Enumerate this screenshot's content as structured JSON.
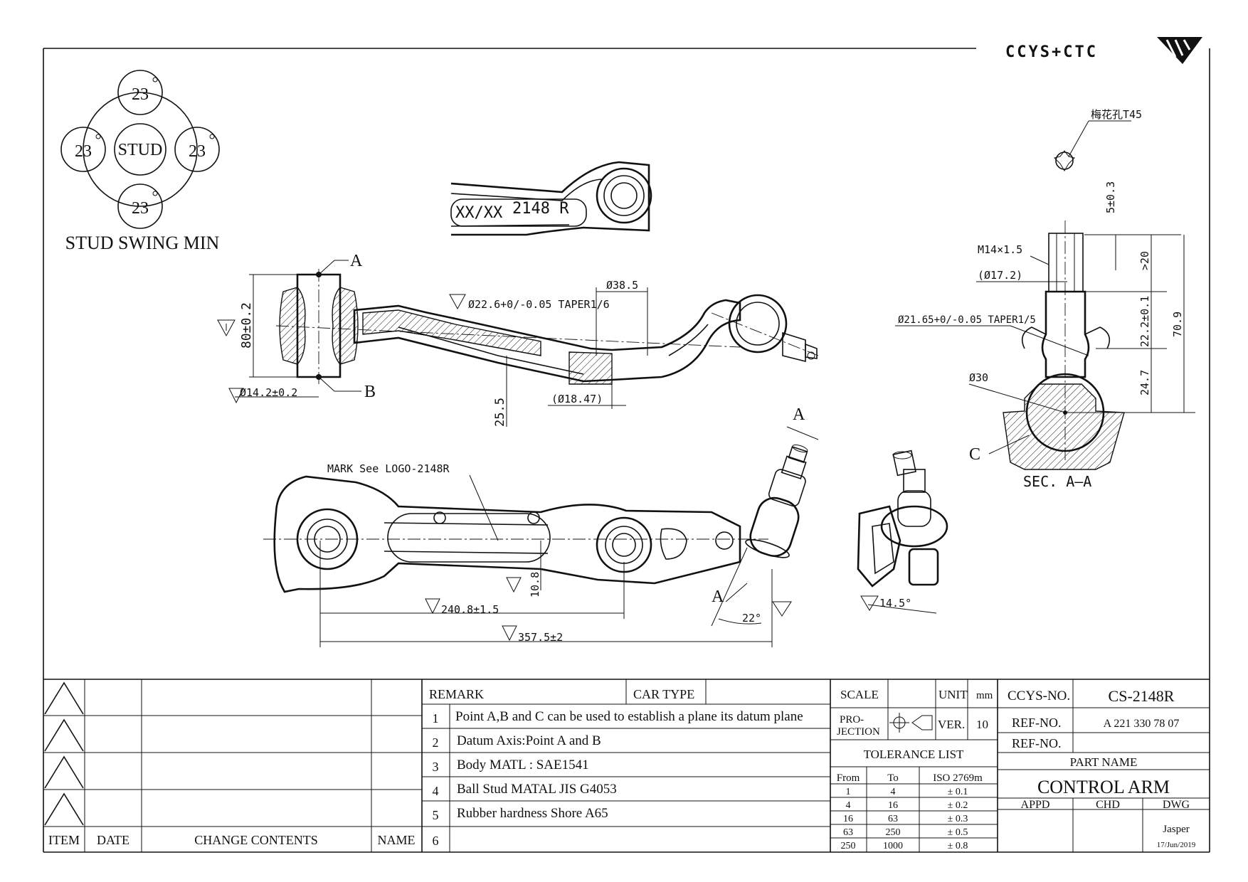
{
  "brand": {
    "logo_text": "CCYS+CTC"
  },
  "stud_swing": {
    "center_label": "STUD",
    "angles": [
      "23",
      "23",
      "23",
      "23"
    ],
    "caption": "STUD SWING MIN"
  },
  "drawing_labels": {
    "mark_xx": "XX/XX",
    "mark_part": "2148 R",
    "mark_note": "MARK See LOGO-2148R",
    "point_a_top": "A",
    "point_b": "B",
    "point_a_lower": "A",
    "point_a_arrow": "A",
    "point_c": "C",
    "section": "SEC. A–A",
    "torx_note": "梅花孔T45"
  },
  "dimensions": {
    "bush_height": "80±0.2",
    "bush_dia": "Ø14.2±0.2",
    "taper": "Ø22.6+0/-0.05 TAPER1/6",
    "dia_38": "Ø38.5",
    "dia_18": "(Ø18.47)",
    "offset_25": "25.5",
    "offset_10": "10.8",
    "length_240": "240.8±1.5",
    "length_357": "357.5±2",
    "angle_22": "22°",
    "angle_14": "14.5°",
    "thread": "M14×1.5",
    "dia_17": "(Ø17.2)",
    "taper_ball": "Ø21.65+0/-0.05 TAPER1/5",
    "ball_dia": "Ø30",
    "dim_5": "5±0.3",
    "dim_20": ">20",
    "dim_22": "22.2±0.1",
    "dim_24": "24.7",
    "dim_70": "70.9"
  },
  "revision_table": {
    "headers": [
      "ITEM",
      "DATE",
      "CHANGE CONTENTS",
      "NAME"
    ]
  },
  "remarks": {
    "header": "REMARK",
    "car_type_label": "CAR TYPE",
    "items": [
      {
        "num": "1",
        "text": "Point A,B and C can be used to establish a plane its datum plane"
      },
      {
        "num": "2",
        "text": "Datum Axis:Point A and B"
      },
      {
        "num": "3",
        "text": "Body MATL : SAE1541"
      },
      {
        "num": "4",
        "text": "Ball Stud MATAL JIS G4053"
      },
      {
        "num": "5",
        "text": "Rubber hardness Shore A65"
      },
      {
        "num": "6",
        "text": ""
      }
    ]
  },
  "specs": {
    "scale_label": "SCALE",
    "unit_label": "UNIT",
    "unit_value": "mm",
    "projection_label": "PRO-\nJECTION",
    "ver_label": "VER.",
    "ver_value": "10",
    "tolerance_title": "TOLERANCE LIST",
    "tol_headers": [
      "From",
      "To",
      "ISO 2769m"
    ],
    "tolerances": [
      [
        "1",
        "4",
        "± 0.1"
      ],
      [
        "4",
        "16",
        "± 0.2"
      ],
      [
        "16",
        "63",
        "± 0.3"
      ],
      [
        "63",
        "250",
        "± 0.5"
      ],
      [
        "250",
        "1000",
        "± 0.8"
      ]
    ]
  },
  "part": {
    "ccys_no_label": "CCYS-NO.",
    "ccys_no": "CS-2148R",
    "ref_no_label": "REF-NO.",
    "ref_no": "A 221 330 78 07",
    "ref_no2_label": "REF-NO.",
    "part_name_label": "PART NAME",
    "part_name": "CONTROL ARM",
    "appd_label": "APPD",
    "chd_label": "CHD",
    "dwg_label": "DWG",
    "drawn_by": "Jasper",
    "date": "17/Jun/2019"
  }
}
